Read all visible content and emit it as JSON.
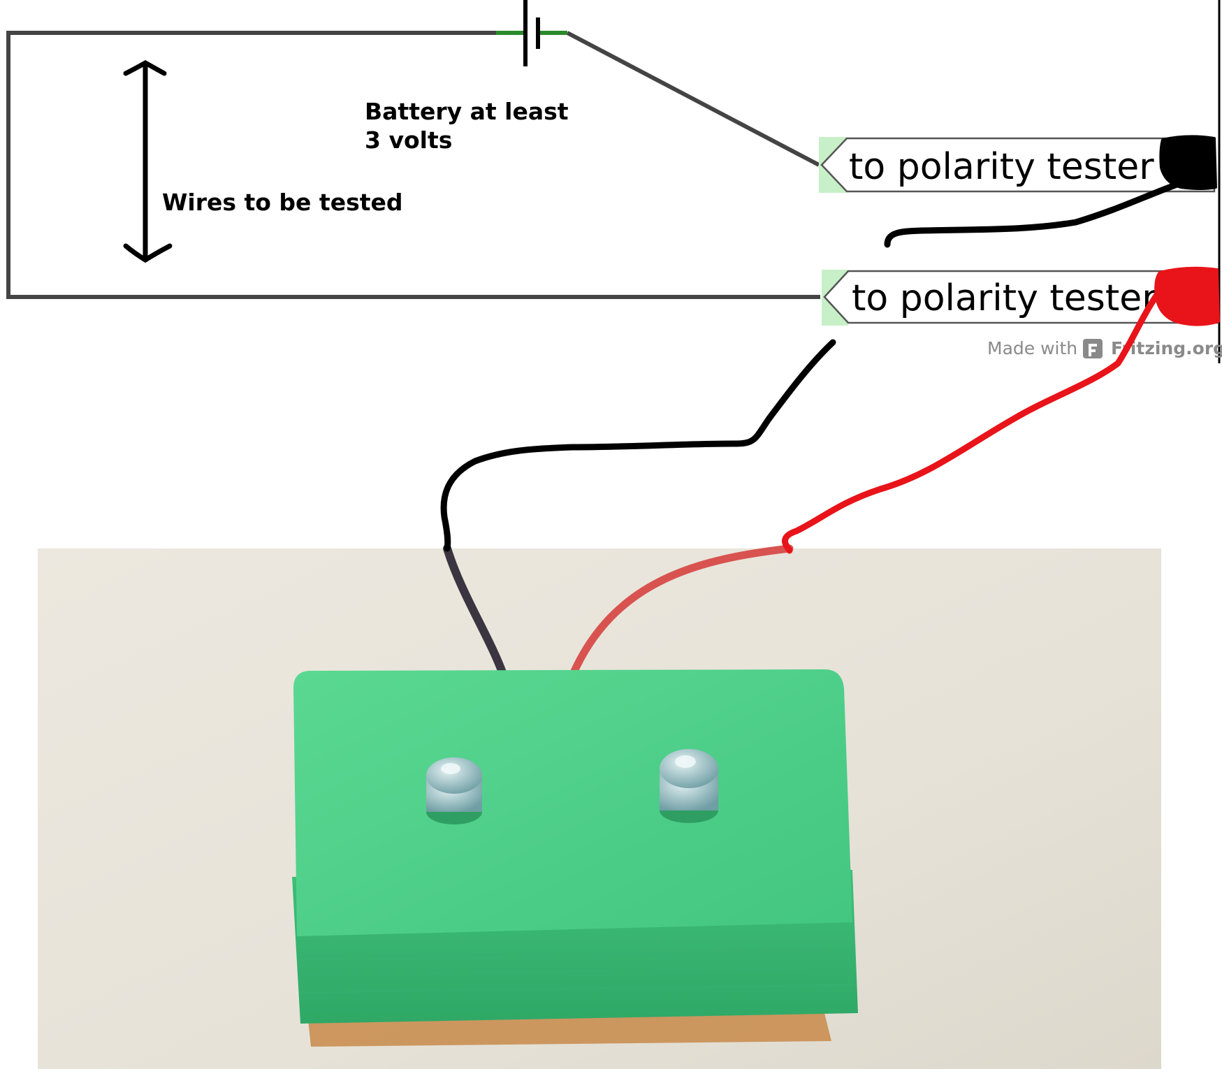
{
  "diagram": {
    "battery_label_line1": "Battery at least",
    "battery_label_line2": "3 volts",
    "wires_label": "Wires to be tested",
    "net_label_top": "to polarity tester",
    "net_label_bottom": "to polarity tester",
    "credit_prefix": "Made with",
    "credit_brand": "Fritzing.org"
  },
  "colors": {
    "wire_schematic": "#444444",
    "wire_black": "#000000",
    "wire_red": "#e8141a",
    "net_label_fill": "#c8f0c8",
    "net_label_stroke": "#555555",
    "battery_lead": "#2a8a2a",
    "enclosure_green": "#4fd08a",
    "enclosure_dark": "#36b874",
    "tabletop": "#e9e5dc",
    "led_body": "#b8d4d8"
  }
}
